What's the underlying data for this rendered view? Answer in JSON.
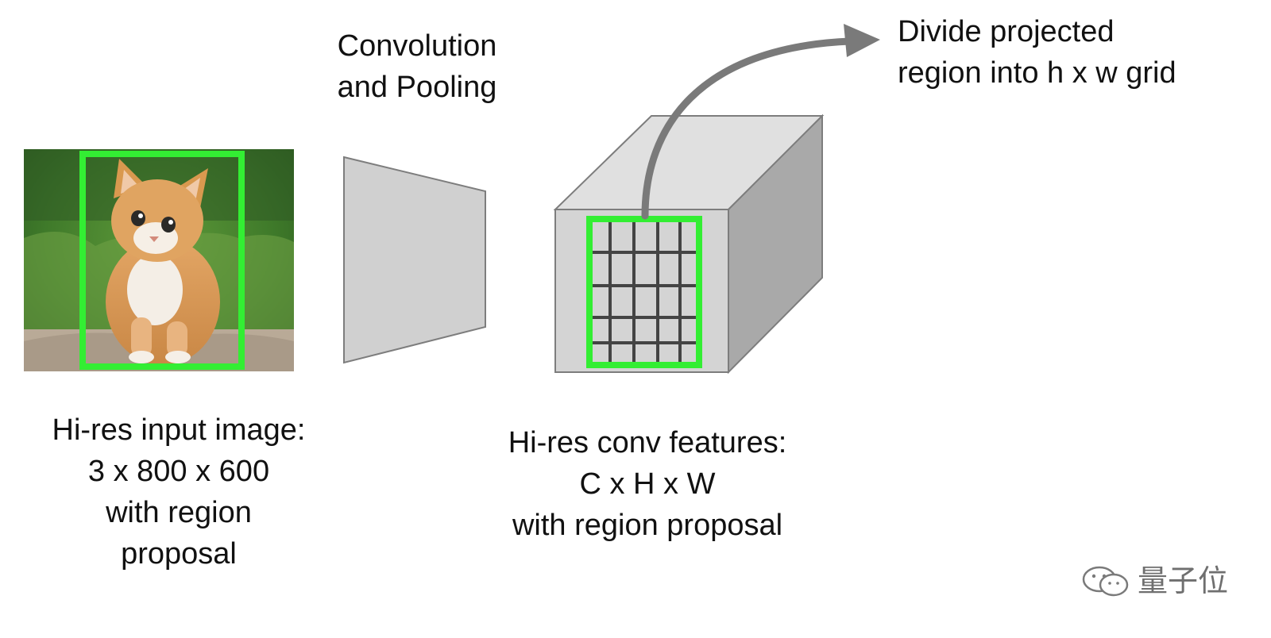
{
  "labels": {
    "conv_pool": [
      "Convolution",
      "and Pooling"
    ],
    "divide": [
      "Divide projected",
      "region into h x w grid"
    ],
    "input": [
      "Hi-res input image:",
      "3 x 800 x 600",
      "with region",
      "proposal"
    ],
    "features": [
      "Hi-res conv features:",
      "C x H x W",
      "with region proposal"
    ]
  },
  "watermark": {
    "text": "量子位",
    "icon": "wechat-icon"
  },
  "colors": {
    "proposal_box": "#33ee33",
    "volume_front": "#d4d4d4",
    "volume_top": "#e0e0e0",
    "volume_side": "#a9a9a9",
    "trapezoid": "#d0d0d0",
    "arrow": "#7a7a7a",
    "grid_lines": "#444444"
  },
  "icons": {
    "input_image": "kitten-photo"
  }
}
